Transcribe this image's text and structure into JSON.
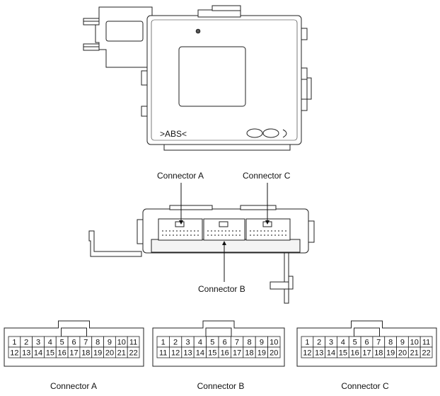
{
  "module": {
    "abs_mark": ">ABS<"
  },
  "callouts": {
    "a": "Connector A",
    "b": "Connector B",
    "c": "Connector C"
  },
  "connectors": [
    {
      "id": "a",
      "caption": "Connector A",
      "top_row": [
        "1",
        "2",
        "3",
        "4",
        "5",
        "6",
        "7",
        "8",
        "9",
        "10",
        "11"
      ],
      "bottom_row": [
        "12",
        "13",
        "14",
        "15",
        "16",
        "17",
        "18",
        "19",
        "20",
        "21",
        "22"
      ]
    },
    {
      "id": "b",
      "caption": "Connector B",
      "top_row": [
        "1",
        "2",
        "3",
        "4",
        "5",
        "6",
        "7",
        "8",
        "9",
        "10"
      ],
      "bottom_row": [
        "11",
        "12",
        "13",
        "14",
        "15",
        "16",
        "17",
        "18",
        "19",
        "20"
      ]
    },
    {
      "id": "c",
      "caption": "Connector C",
      "top_row": [
        "1",
        "2",
        "3",
        "4",
        "5",
        "6",
        "7",
        "8",
        "9",
        "10",
        "11"
      ],
      "bottom_row": [
        "12",
        "13",
        "14",
        "15",
        "16",
        "17",
        "18",
        "19",
        "20",
        "21",
        "22"
      ]
    }
  ]
}
